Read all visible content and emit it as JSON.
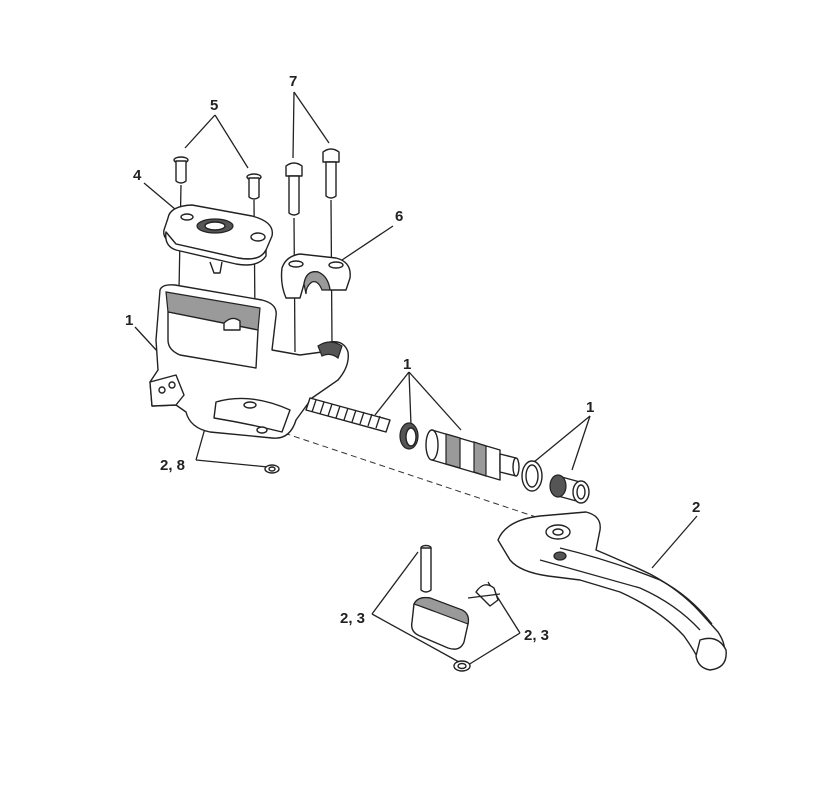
{
  "callouts": [
    {
      "id": "c5",
      "text": "5"
    },
    {
      "id": "c7",
      "text": "7"
    },
    {
      "id": "c4",
      "text": "4"
    },
    {
      "id": "c6",
      "text": "6"
    },
    {
      "id": "c1a",
      "text": "1"
    },
    {
      "id": "c1b",
      "text": "1"
    },
    {
      "id": "c1c",
      "text": "1"
    },
    {
      "id": "c28",
      "text": "2, 8"
    },
    {
      "id": "c2",
      "text": "2"
    },
    {
      "id": "c23a",
      "text": "2, 3"
    },
    {
      "id": "c23b",
      "text": "2, 3"
    }
  ]
}
